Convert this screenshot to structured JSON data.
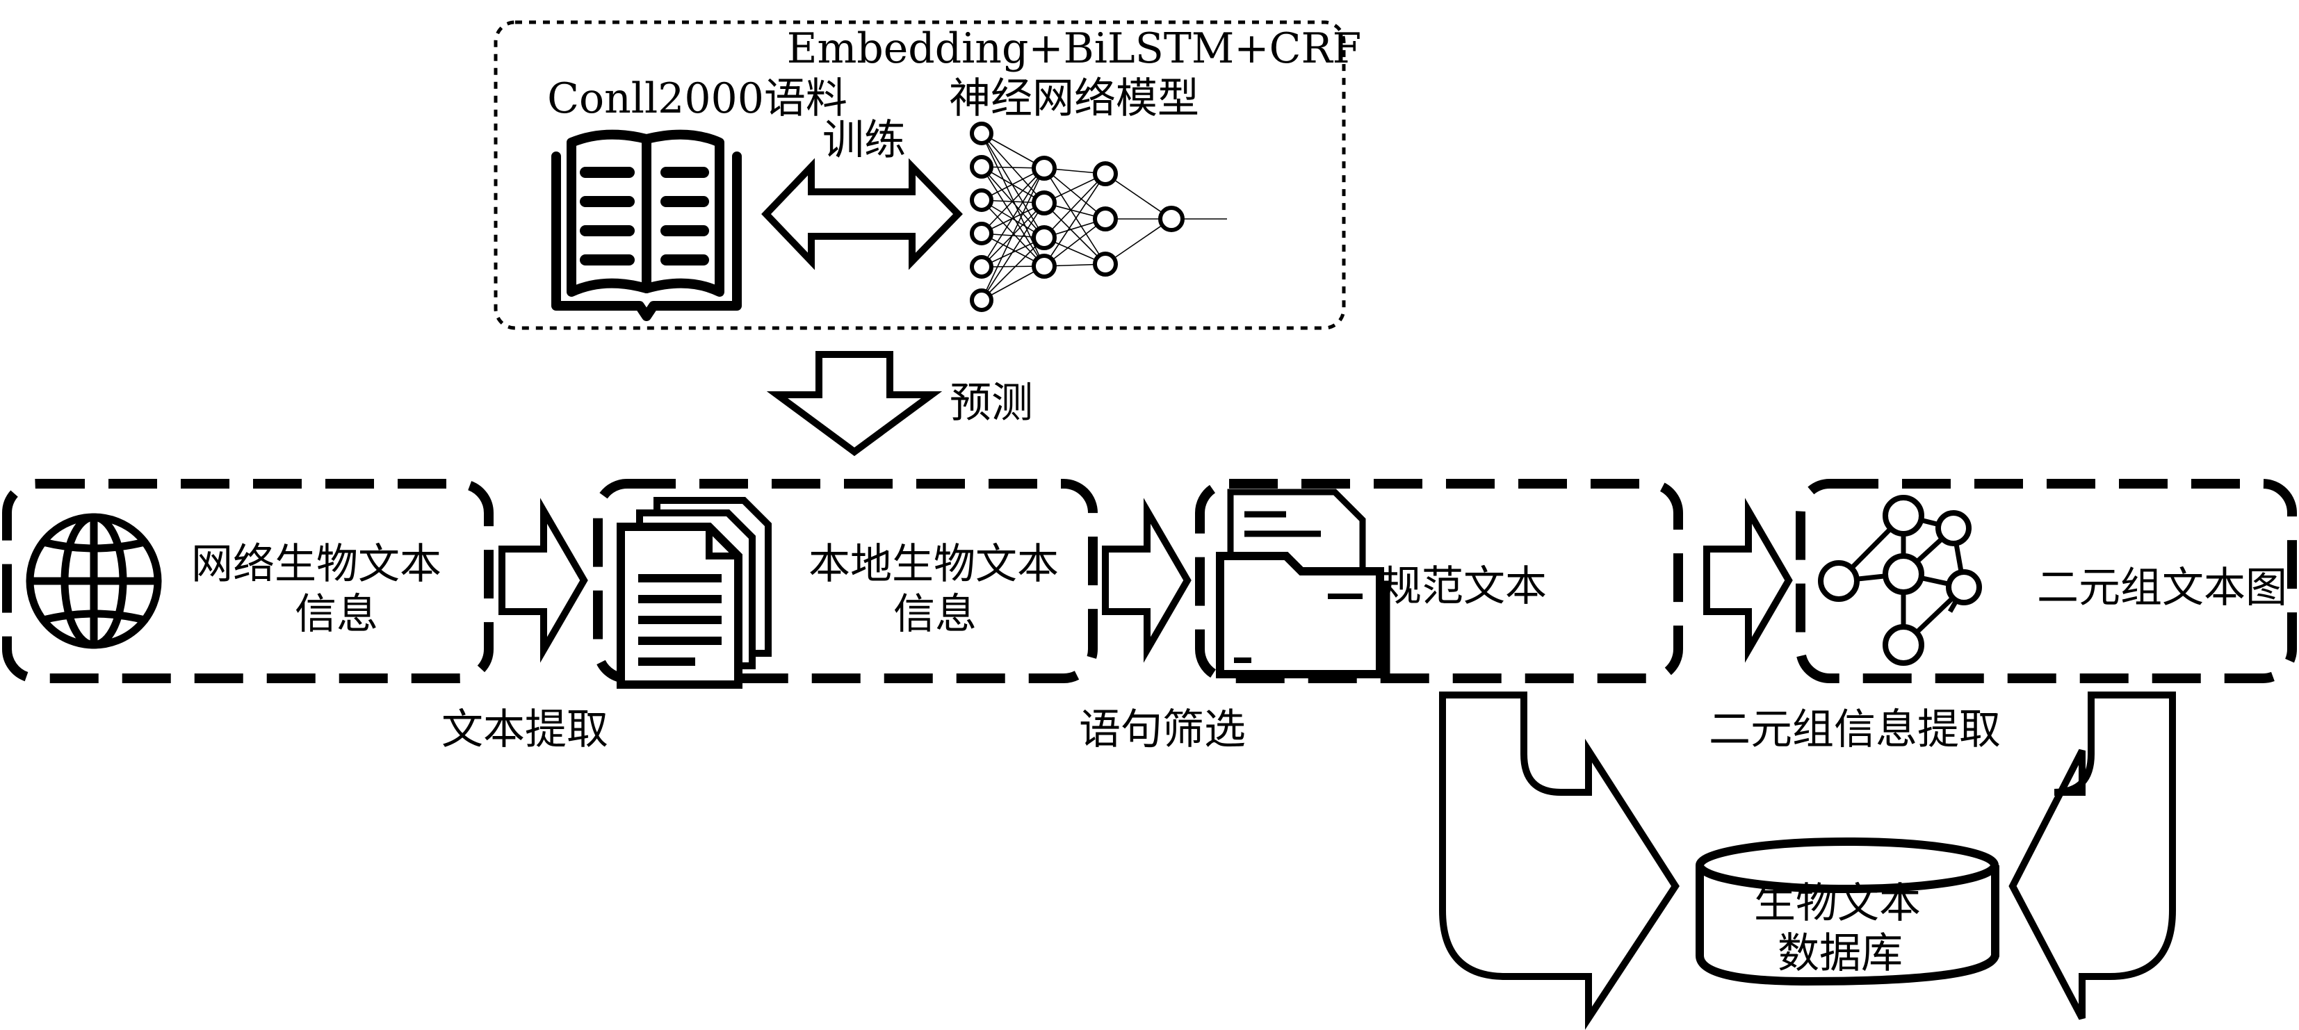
{
  "diagram": {
    "training": {
      "corpus_label": "Conll2000语料",
      "train_label": "训练",
      "model_label_line1": "Embedding+BiLSTM+CRF",
      "model_label_line2": "神经网络模型"
    },
    "predict_label": "预测",
    "stages": [
      {
        "id": "web",
        "line1": "网络生物文本",
        "line2": "信息",
        "icon": "globe-icon"
      },
      {
        "id": "local",
        "line1": "本地生物文本",
        "line2": "信息",
        "icon": "document-icon"
      },
      {
        "id": "normalized",
        "line1": "规范文本",
        "line2": "",
        "icon": "folder-icon"
      },
      {
        "id": "graph",
        "line1": "二元组文本图",
        "line2": "",
        "icon": "graph-network-icon"
      }
    ],
    "step_labels": {
      "text_extract": "文本提取",
      "sentence_filter": "语句筛选",
      "tuple_extract": "二元组信息提取"
    },
    "database": {
      "line1": "生物文本",
      "line2": "数据库",
      "icon": "database-cylinder-icon"
    },
    "colors": {
      "stroke": "#000000",
      "background": "#ffffff"
    }
  }
}
